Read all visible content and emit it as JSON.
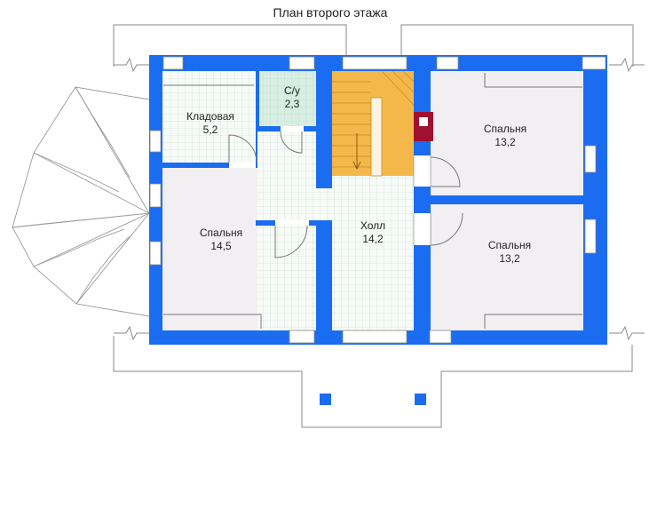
{
  "title": "План второго этажа",
  "rooms": [
    {
      "id": "storage",
      "name": "Кладовая",
      "area": "5,2"
    },
    {
      "id": "wc",
      "name": "С/у",
      "area": "2,3"
    },
    {
      "id": "bedroom-left",
      "name": "Спальня",
      "area": "14,5"
    },
    {
      "id": "hall",
      "name": "Холл",
      "area": "14,2"
    },
    {
      "id": "bedroom-top-right",
      "name": "Спальня",
      "area": "13,2"
    },
    {
      "id": "bedroom-bottom-right",
      "name": "Спальня",
      "area": "13,2"
    }
  ],
  "colors": {
    "wall": "#1a6cf0",
    "room_fill": "#f2eff2",
    "tile_fill": "#f6fbf8",
    "tile_line": "#c7d8cf",
    "wc_fill": "#d7efe3",
    "stair_fill": "#f4b84a",
    "line": "#777777",
    "chimney": "#a01030"
  }
}
